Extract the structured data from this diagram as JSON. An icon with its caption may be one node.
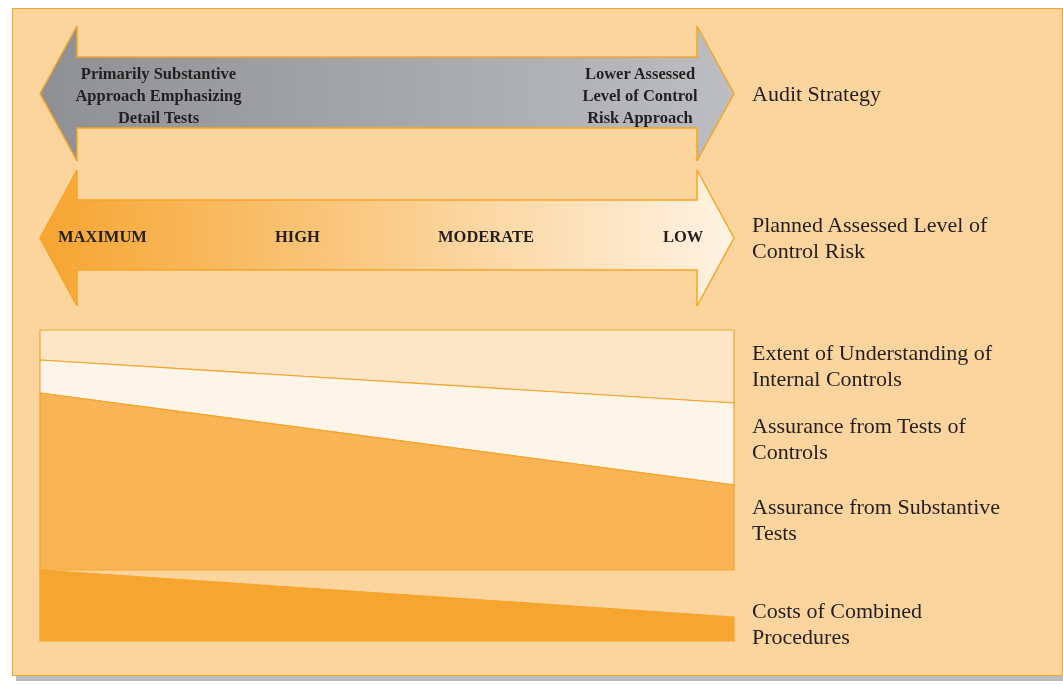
{
  "diagram": {
    "nodes": [
      {
        "text": [
          "Primarily Substantive Approach Emphasizing Detail Tests",
          "Lower Assessed Level of Control Risk Approach"
        ],
        "beside": [
          "Audit Strategy"
        ]
      },
      {
        "text": [
          "MAXIMUM",
          "HIGH",
          "MODERATE",
          "LOW"
        ],
        "beside": [
          "Planned Assessed Level of Control Risk"
        ]
      },
      {
        "text": [],
        "shape": "band",
        "beside": [
          "Extent of Understanding of Internal Controls"
        ]
      },
      {
        "text": [],
        "shape": "band",
        "beside": [
          "Assurance from Tests of Controls"
        ]
      },
      {
        "text": [],
        "shape": "band",
        "beside": [
          "Assurance from Substantive Tests"
        ]
      },
      {
        "text": [],
        "shape": "band",
        "beside": [
          "Costs of Combined Procedures"
        ]
      }
    ]
  }
}
